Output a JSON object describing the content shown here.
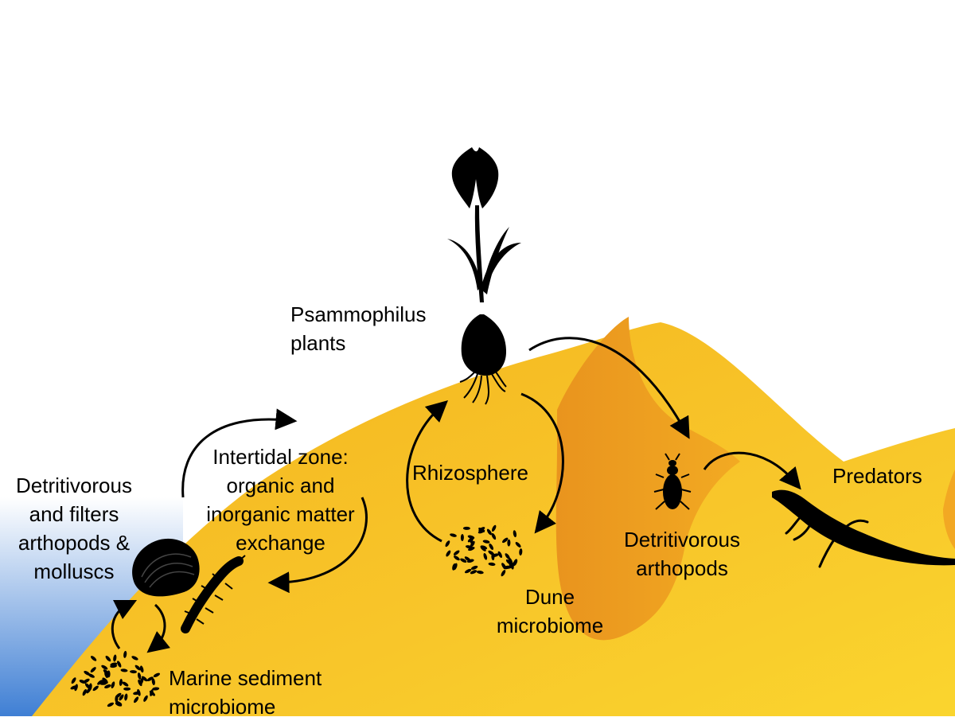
{
  "labels": {
    "detritivorous_filters": [
      "Detritivorous",
      "and filters",
      "arthopods &",
      "molluscs"
    ],
    "intertidal": [
      "Intertidal zone:",
      "organic and",
      "inorganic matter",
      "exchange"
    ],
    "psammophilus": [
      "Psammophilus",
      "plants"
    ],
    "rhizosphere": "Rhizosphere",
    "dune_microbiome": [
      "Dune",
      "microbiome"
    ],
    "detritivorous_arthropods": [
      "Detritivorous",
      "arthopods"
    ],
    "predators": "Predators",
    "marine_sediment": [
      "Marine sediment",
      "microbiome"
    ]
  },
  "colors": {
    "sand_light": "#f9cf2a",
    "sand_mid": "#f6b71f",
    "sand_dark": "#ec9a1e",
    "sea_top": "#ffffff",
    "sea_bottom": "#3f7fd4",
    "ink": "#000000"
  },
  "icons": [
    "flower-bulb-icon",
    "clam-icon",
    "worm-icon",
    "beetle-icon",
    "lizard-icon",
    "microbe-cluster-icon"
  ]
}
